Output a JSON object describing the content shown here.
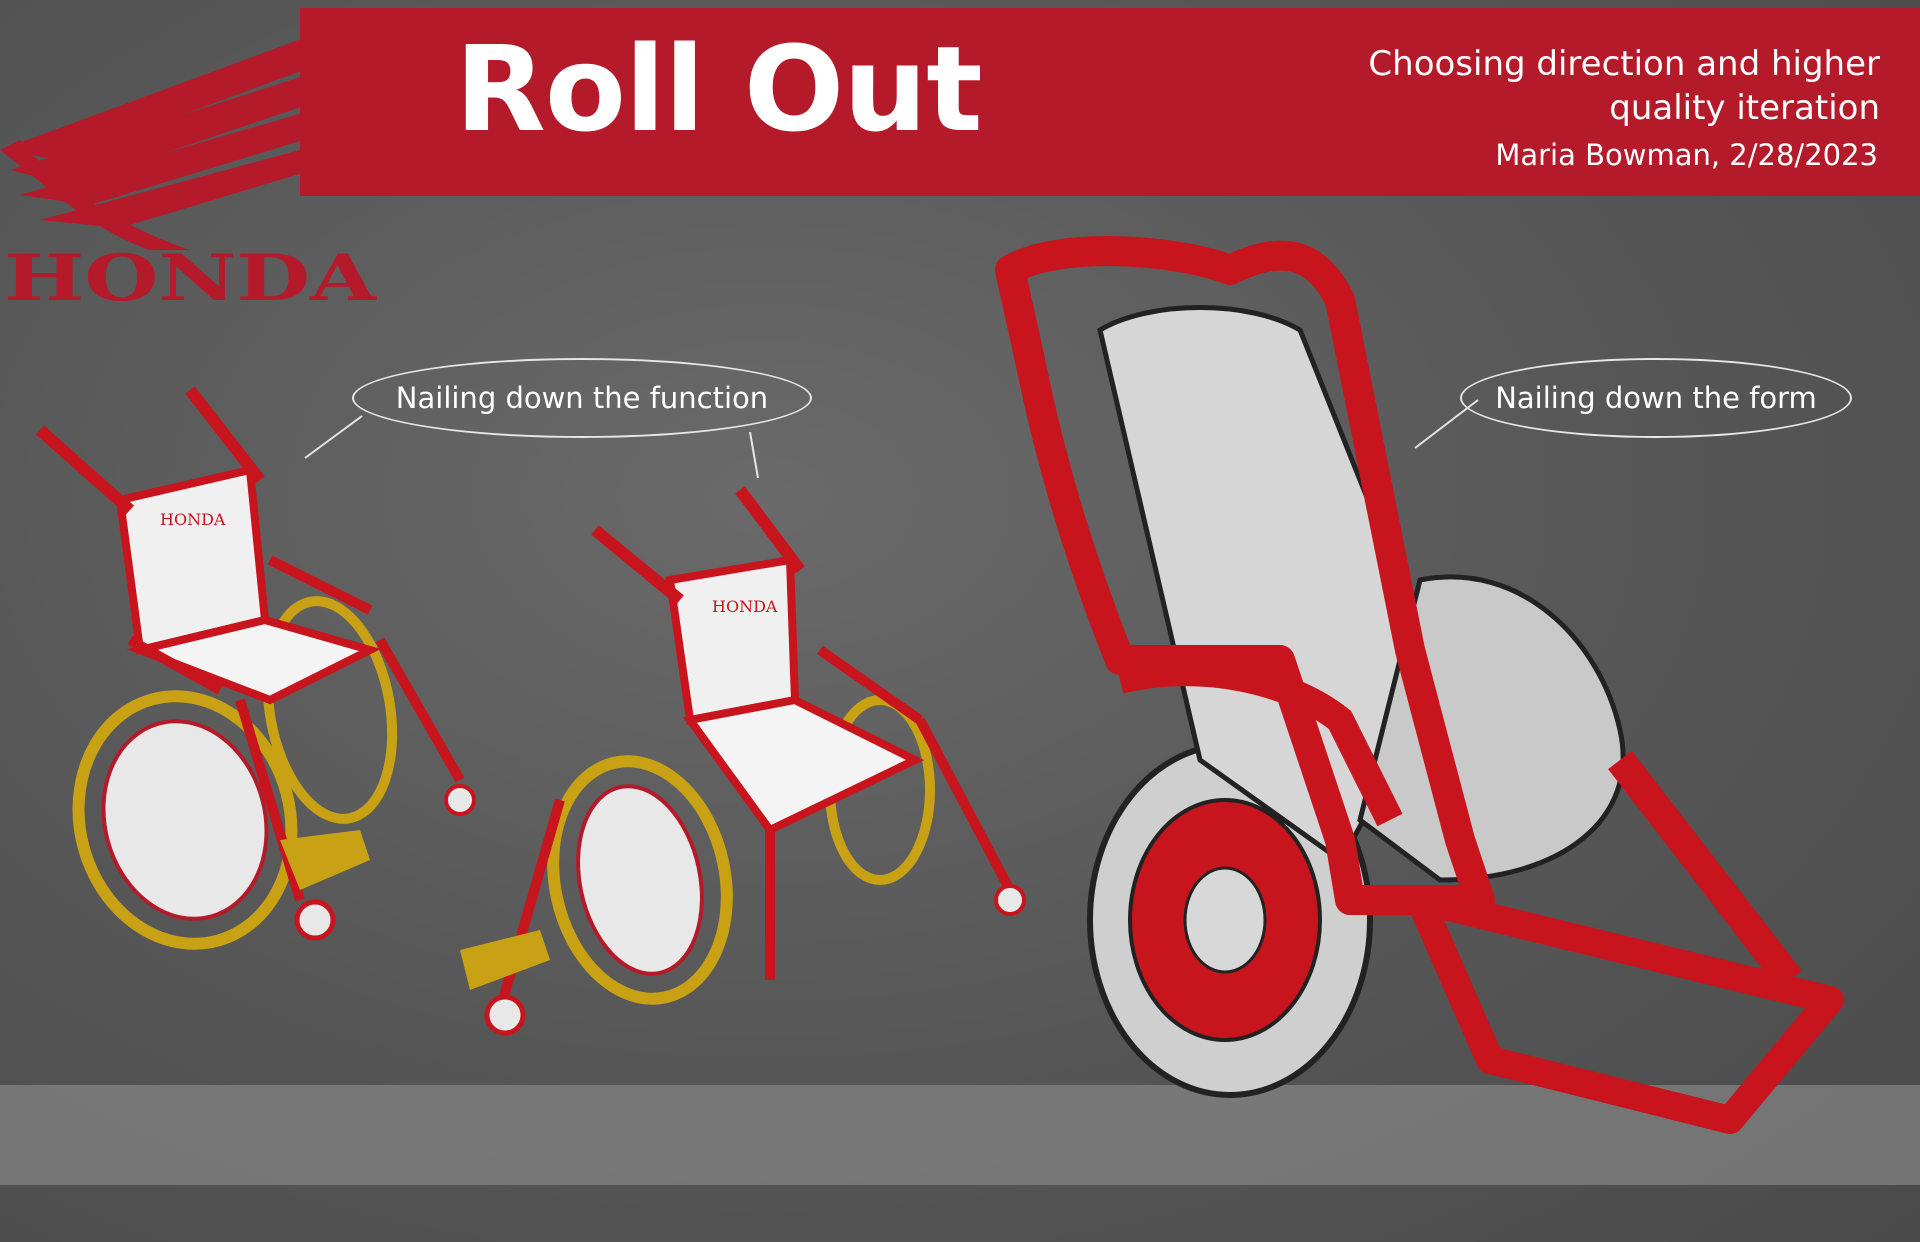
{
  "header": {
    "title": "Roll Out",
    "subtitle_line1": "Choosing direction and higher",
    "subtitle_line2": "quality iteration",
    "author_date": "Maria Bowman, 2/28/2023"
  },
  "brand": {
    "logo_text": "HONDA",
    "seat_logo_text": "HONDA"
  },
  "callouts": {
    "function": "Nailing down the function",
    "form": "Nailing down the form"
  },
  "colors": {
    "banner": "#b41a2a",
    "frame_red": "#c8141c",
    "wheel_gold": "#c8a214",
    "seat_white": "#f0f0f0",
    "background": "#565656"
  }
}
